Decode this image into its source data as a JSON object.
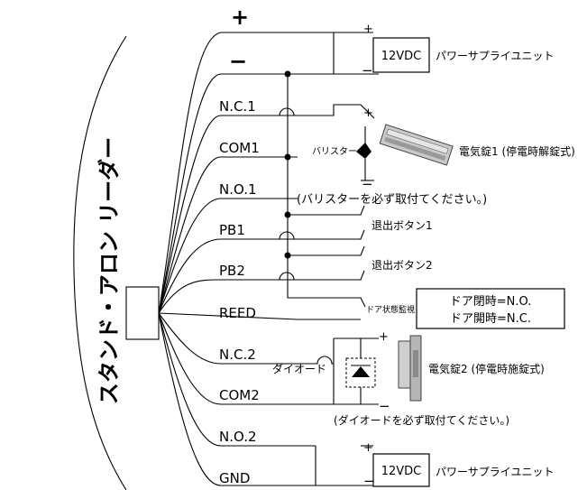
{
  "reader": {
    "title": "スタンド・アロン リーダー"
  },
  "terminals": {
    "plus": "+",
    "minus": "−",
    "nc1": "N.C.1",
    "com1": "COM1",
    "no1": "N.O.1",
    "pb1": "PB1",
    "pb2": "PB2",
    "reed": "REED",
    "nc2": "N.C.2",
    "com2": "COM2",
    "no2": "N.O.2",
    "gnd": "GND"
  },
  "psu_top": {
    "box": "12VDC",
    "label": "パワーサプライユニット",
    "plus": "+",
    "minus": "−"
  },
  "lock1": {
    "plus": "+",
    "minus": "−",
    "label": "電気錠1 (停電時解錠式)",
    "varistor": "バリスター",
    "note": "(バリスターを必ず取付てください。)"
  },
  "buttons": {
    "b1": "退出ボタン1",
    "b2": "退出ボタン2"
  },
  "door": {
    "label": "ドア状態監視",
    "line1": "ドア閉時=N.O.",
    "line2": "ドア開時=N.C."
  },
  "lock2": {
    "plus": "+",
    "minus": "−",
    "label": "電気錠2 (停電時施錠式)",
    "diode": "ダイオード",
    "note": "(ダイオードを必ず取付てください。)"
  },
  "psu_bottom": {
    "box": "12VDC",
    "label": "パワーサプライユニット",
    "plus": "+",
    "minus": "−"
  }
}
